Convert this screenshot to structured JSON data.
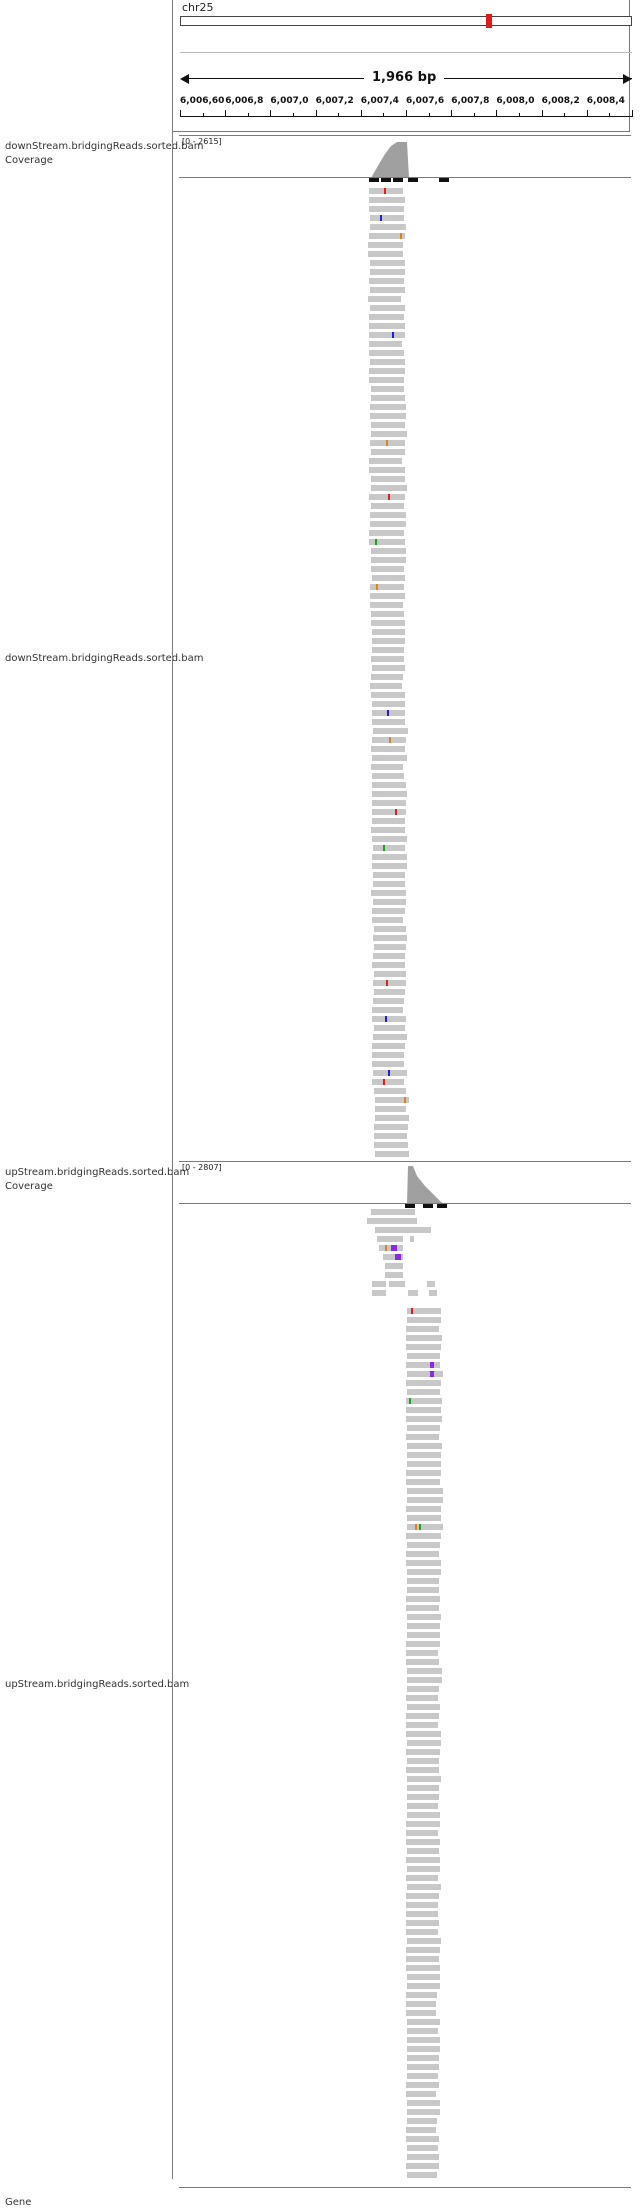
{
  "chromosome": "chr25",
  "ruler": {
    "span_label": "1,966 bp",
    "tick_labels": [
      "6,006,60",
      "6,006,8",
      "6,007,0",
      "6,007,2",
      "6,007,4",
      "6,007,6",
      "6,007,8",
      "6,008,0",
      "6,008,2",
      "6,008,4"
    ]
  },
  "tracks": {
    "down_coverage": {
      "name": "downStream.bridgingReads.sorted.bam Coverage",
      "range": "[0 - 2615]"
    },
    "down_reads": {
      "name": "downStream.bridgingReads.sorted.bam"
    },
    "up_coverage": {
      "name": "upStream.bridgingReads.sorted.bam Coverage",
      "range": "[0 - 2807]"
    },
    "up_reads": {
      "name": "upStream.bridgingReads.sorted.bam"
    },
    "gene": {
      "name": "Gene"
    }
  },
  "colors": {
    "read_fill": "#c8c8c8",
    "coverage_fill": "#a0a0a0",
    "mismatch_red": "#e02020",
    "mismatch_blue": "#2020d0",
    "mismatch_green": "#20a020",
    "mismatch_orange": "#e08020",
    "insertion_purple": "#8a2be2",
    "cytoband_red": "#e01b1b"
  }
}
